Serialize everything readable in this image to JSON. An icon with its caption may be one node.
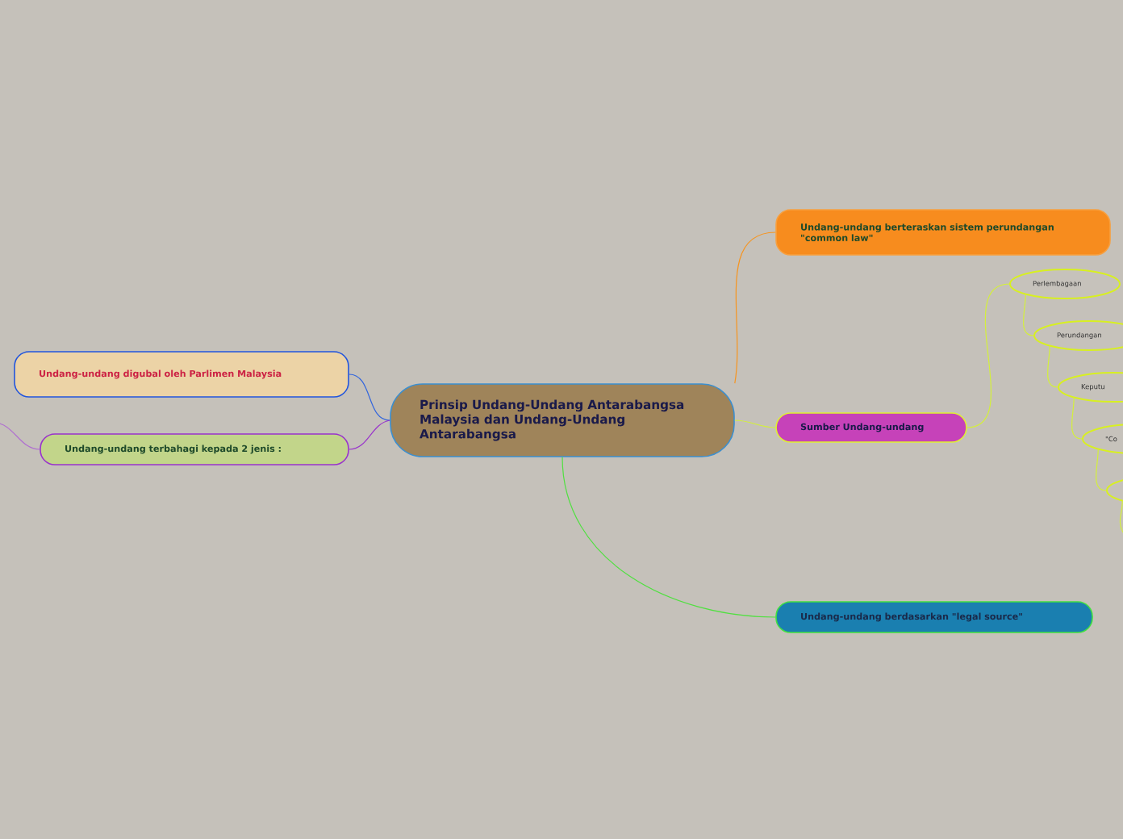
{
  "diagram": {
    "nodes": [
      {
        "text": [
          "Prinsip Undang-Undang Antarabangsa Malaysia dan Undang-Undang Antarabangsa"
        ]
      },
      {
        "text": [
          "Undang-undang digubal oleh Parlimen Malaysia"
        ]
      },
      {
        "text": [
          "Undang-undang terbahagi kepada 2 jenis :"
        ]
      },
      {
        "text": [
          "Undang-undang berteraskan sistem perundangan \"common law\""
        ]
      },
      {
        "text": [
          "Sumber Undang-undang"
        ]
      },
      {
        "text": [
          "Perlembagaan"
        ]
      },
      {
        "text": [
          "Perundangan"
        ]
      },
      {
        "text": [
          "Keputu"
        ]
      },
      {
        "text": [
          "\"Co"
        ]
      },
      {
        "text": [],
        "shape": "ellipse"
      },
      {
        "text": [
          "Undang-undang berdasarkan \"legal source\""
        ]
      }
    ],
    "edges": [
      {
        "from": 0,
        "to": 1,
        "arrow": "none",
        "color": "#3366dd"
      },
      {
        "from": 0,
        "to": 2,
        "arrow": "none",
        "color": "#9933cc"
      },
      {
        "from": 2,
        "to": null,
        "arrow": "none",
        "color": "#b070d0"
      },
      {
        "from": 0,
        "to": 3,
        "arrow": "none",
        "color": "#f7941e"
      },
      {
        "from": 0,
        "to": 4,
        "arrow": "none",
        "color": "#d4f03a"
      },
      {
        "from": 4,
        "to": 5,
        "arrow": "none",
        "color": "#d4f03a"
      },
      {
        "from": 5,
        "to": 6,
        "arrow": "none",
        "color": "#d4f03a"
      },
      {
        "from": 6,
        "to": 7,
        "arrow": "none",
        "color": "#d4f03a"
      },
      {
        "from": 7,
        "to": 8,
        "arrow": "none",
        "color": "#d4f03a"
      },
      {
        "from": 8,
        "to": 9,
        "arrow": "none",
        "color": "#d4f03a"
      },
      {
        "from": 9,
        "to": null,
        "arrow": "none",
        "color": "#d4f03a"
      },
      {
        "from": 0,
        "to": 10,
        "arrow": "none",
        "color": "#50e040"
      }
    ]
  }
}
